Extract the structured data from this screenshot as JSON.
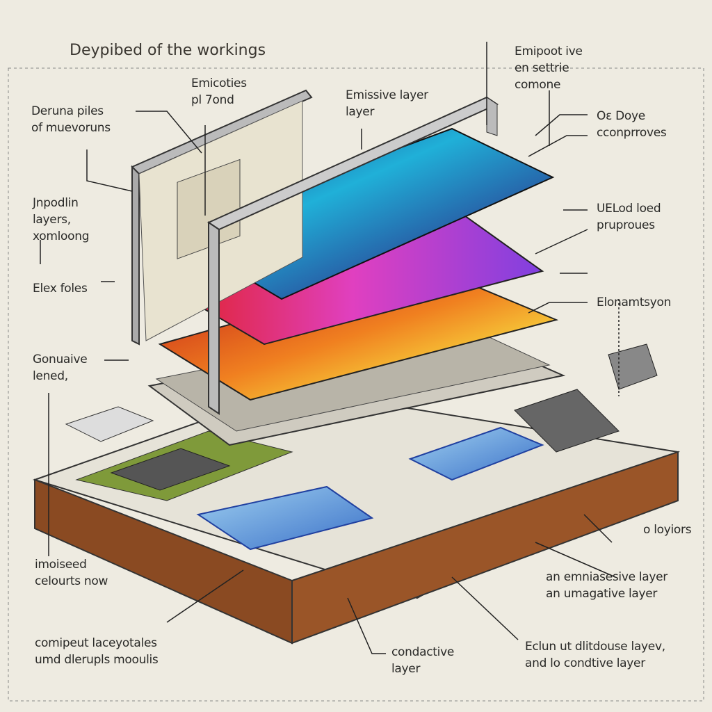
{
  "title": "Deypibed of the workings",
  "labels": {
    "emicoties": [
      "Emicoties",
      "pl 7ond"
    ],
    "deruna": [
      "Deruna piles",
      "of muevoruns"
    ],
    "emissive": [
      "Emissive layer",
      "layer"
    ],
    "emipoot": [
      "Emipoot ive",
      "en settrie",
      "comone"
    ],
    "oe_doye": [
      "Oε Doye",
      "cconprroves"
    ],
    "jnpodlin": [
      "Jnpodlin",
      "layers,",
      "xomloong"
    ],
    "uelod": [
      "UELod loed",
      "pruproues"
    ],
    "elex": [
      "Elex foles"
    ],
    "elonamtsyon": [
      "Elonamtsyon"
    ],
    "gonuaive": [
      "Gonuaive",
      "lened,"
    ],
    "o_loyiors": [
      "o loyiors"
    ],
    "imoiseed": [
      "imoiseed",
      "celourts now"
    ],
    "emniasesive": [
      "an emniasesive layer",
      "an umagative layer"
    ],
    "comipeut": [
      "comipeut laceyotales",
      "umd dlerupls mooulis"
    ],
    "condactive": [
      "condactive",
      "layer"
    ],
    "eclun": [
      "Eclun ut dlitdouse layev,",
      "and lo condtive layer"
    ]
  },
  "colors": {
    "paper": "#eeebe1",
    "ink": "#2a2a28",
    "wood": "#8a4a22",
    "pcb": "#7f9a3a"
  }
}
